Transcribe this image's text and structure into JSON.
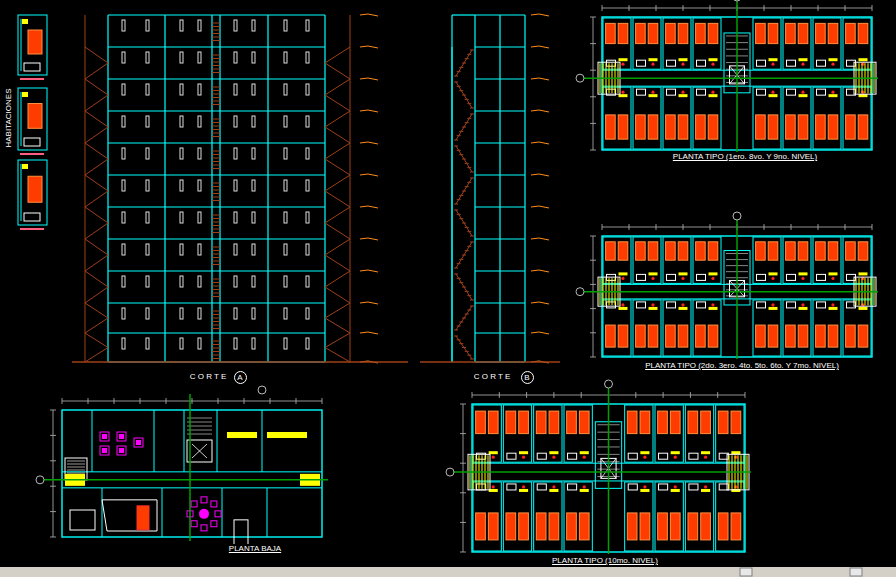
{
  "diagram": {
    "labels": [
      "HABITACIONES",
      "C O R T E",
      "A",
      "C O R T E",
      "B",
      "PLANTA TIPO (1ero. 8vo. Y 9no. NIVEL)",
      "PLANTA TIPO (2do. 3ero. 4to. 5to. 6to. Y 7mo. NIVEL)",
      "PLANTA BAJA",
      "PLANTA TIPO (10mo. NIVEL)"
    ]
  }
}
